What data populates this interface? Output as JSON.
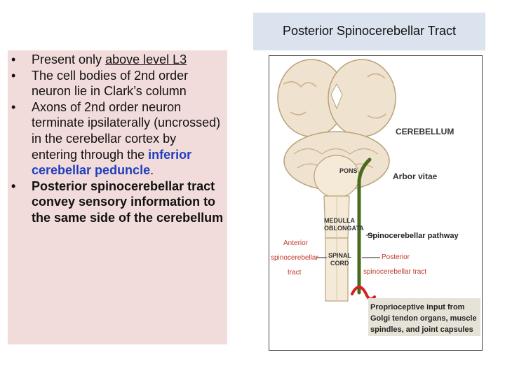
{
  "title": "Posterior Spinocerebellar Tract",
  "bullets": [
    {
      "pre": "Present only ",
      "underlined": "above level L3"
    },
    {
      "text": "The cell bodies of 2nd order neuron lie in Clark’s column"
    },
    {
      "pre": "Axons of 2nd order neuron terminate ipsilaterally (uncrossed) in the cerebellar cortex by entering through the ",
      "highlight": "inferior cerebellar peduncle",
      "post": "."
    },
    {
      "text": "Posterior spinocerebellar tract convey sensory information to the same side of the cerebellum"
    }
  ],
  "figure": {
    "labels": {
      "cerebellum": "CEREBELLUM",
      "pons": "PONS",
      "arbor_vitae": "Arbor vitae",
      "medulla_1": "MEDULLA",
      "medulla_2": "OBLONGATA",
      "spino_pathway": "Spinocerebellar pathway",
      "anterior_1": "Anterior",
      "anterior_2": "spinocerebellar",
      "anterior_3": "tract",
      "spinal_1": "SPINAL",
      "spinal_2": "CORD",
      "posterior_1": "Posterior",
      "posterior_2": "spinocerebellar tract",
      "proprio_1": "Proprioceptive input from",
      "proprio_2": "Golgi tendon organs, muscle",
      "proprio_3": "spindles, and joint capsules"
    },
    "colors": {
      "pathway": "#4a6a1e",
      "input": "#d62020",
      "tissue": "#efe2cf"
    }
  }
}
